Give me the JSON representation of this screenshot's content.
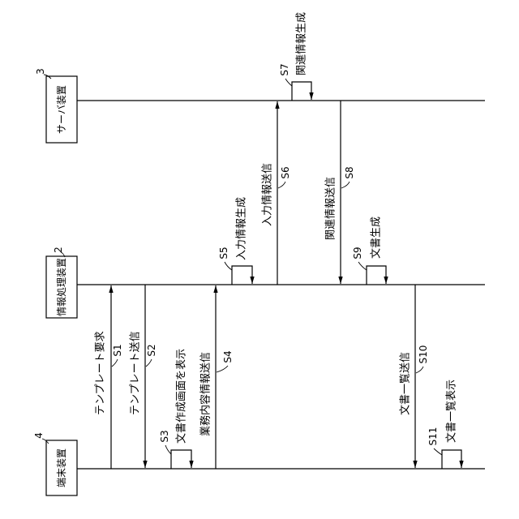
{
  "devices": {
    "server": {
      "ref": "3",
      "name": "サーバ装置"
    },
    "info_processor": {
      "ref": "2",
      "name": "情報処理装置"
    },
    "terminal": {
      "ref": "4",
      "name": "端末装置"
    }
  },
  "steps": [
    {
      "id": "S1",
      "label": "テンプレート要求"
    },
    {
      "id": "S2",
      "label": "テンプレート送信"
    },
    {
      "id": "S3",
      "label": "文書作成画面を表示"
    },
    {
      "id": "S4",
      "label": "業務内容情報送信"
    },
    {
      "id": "S5",
      "label": "入力情報生成"
    },
    {
      "id": "S6",
      "label": "入力情報送信"
    },
    {
      "id": "S7",
      "label": "関連情報生成"
    },
    {
      "id": "S8",
      "label": "関連情報送信"
    },
    {
      "id": "S9",
      "label": "文書生成"
    },
    {
      "id": "S10",
      "label": "文書一覧送信"
    },
    {
      "id": "S11",
      "label": "文書一覧表示"
    }
  ]
}
